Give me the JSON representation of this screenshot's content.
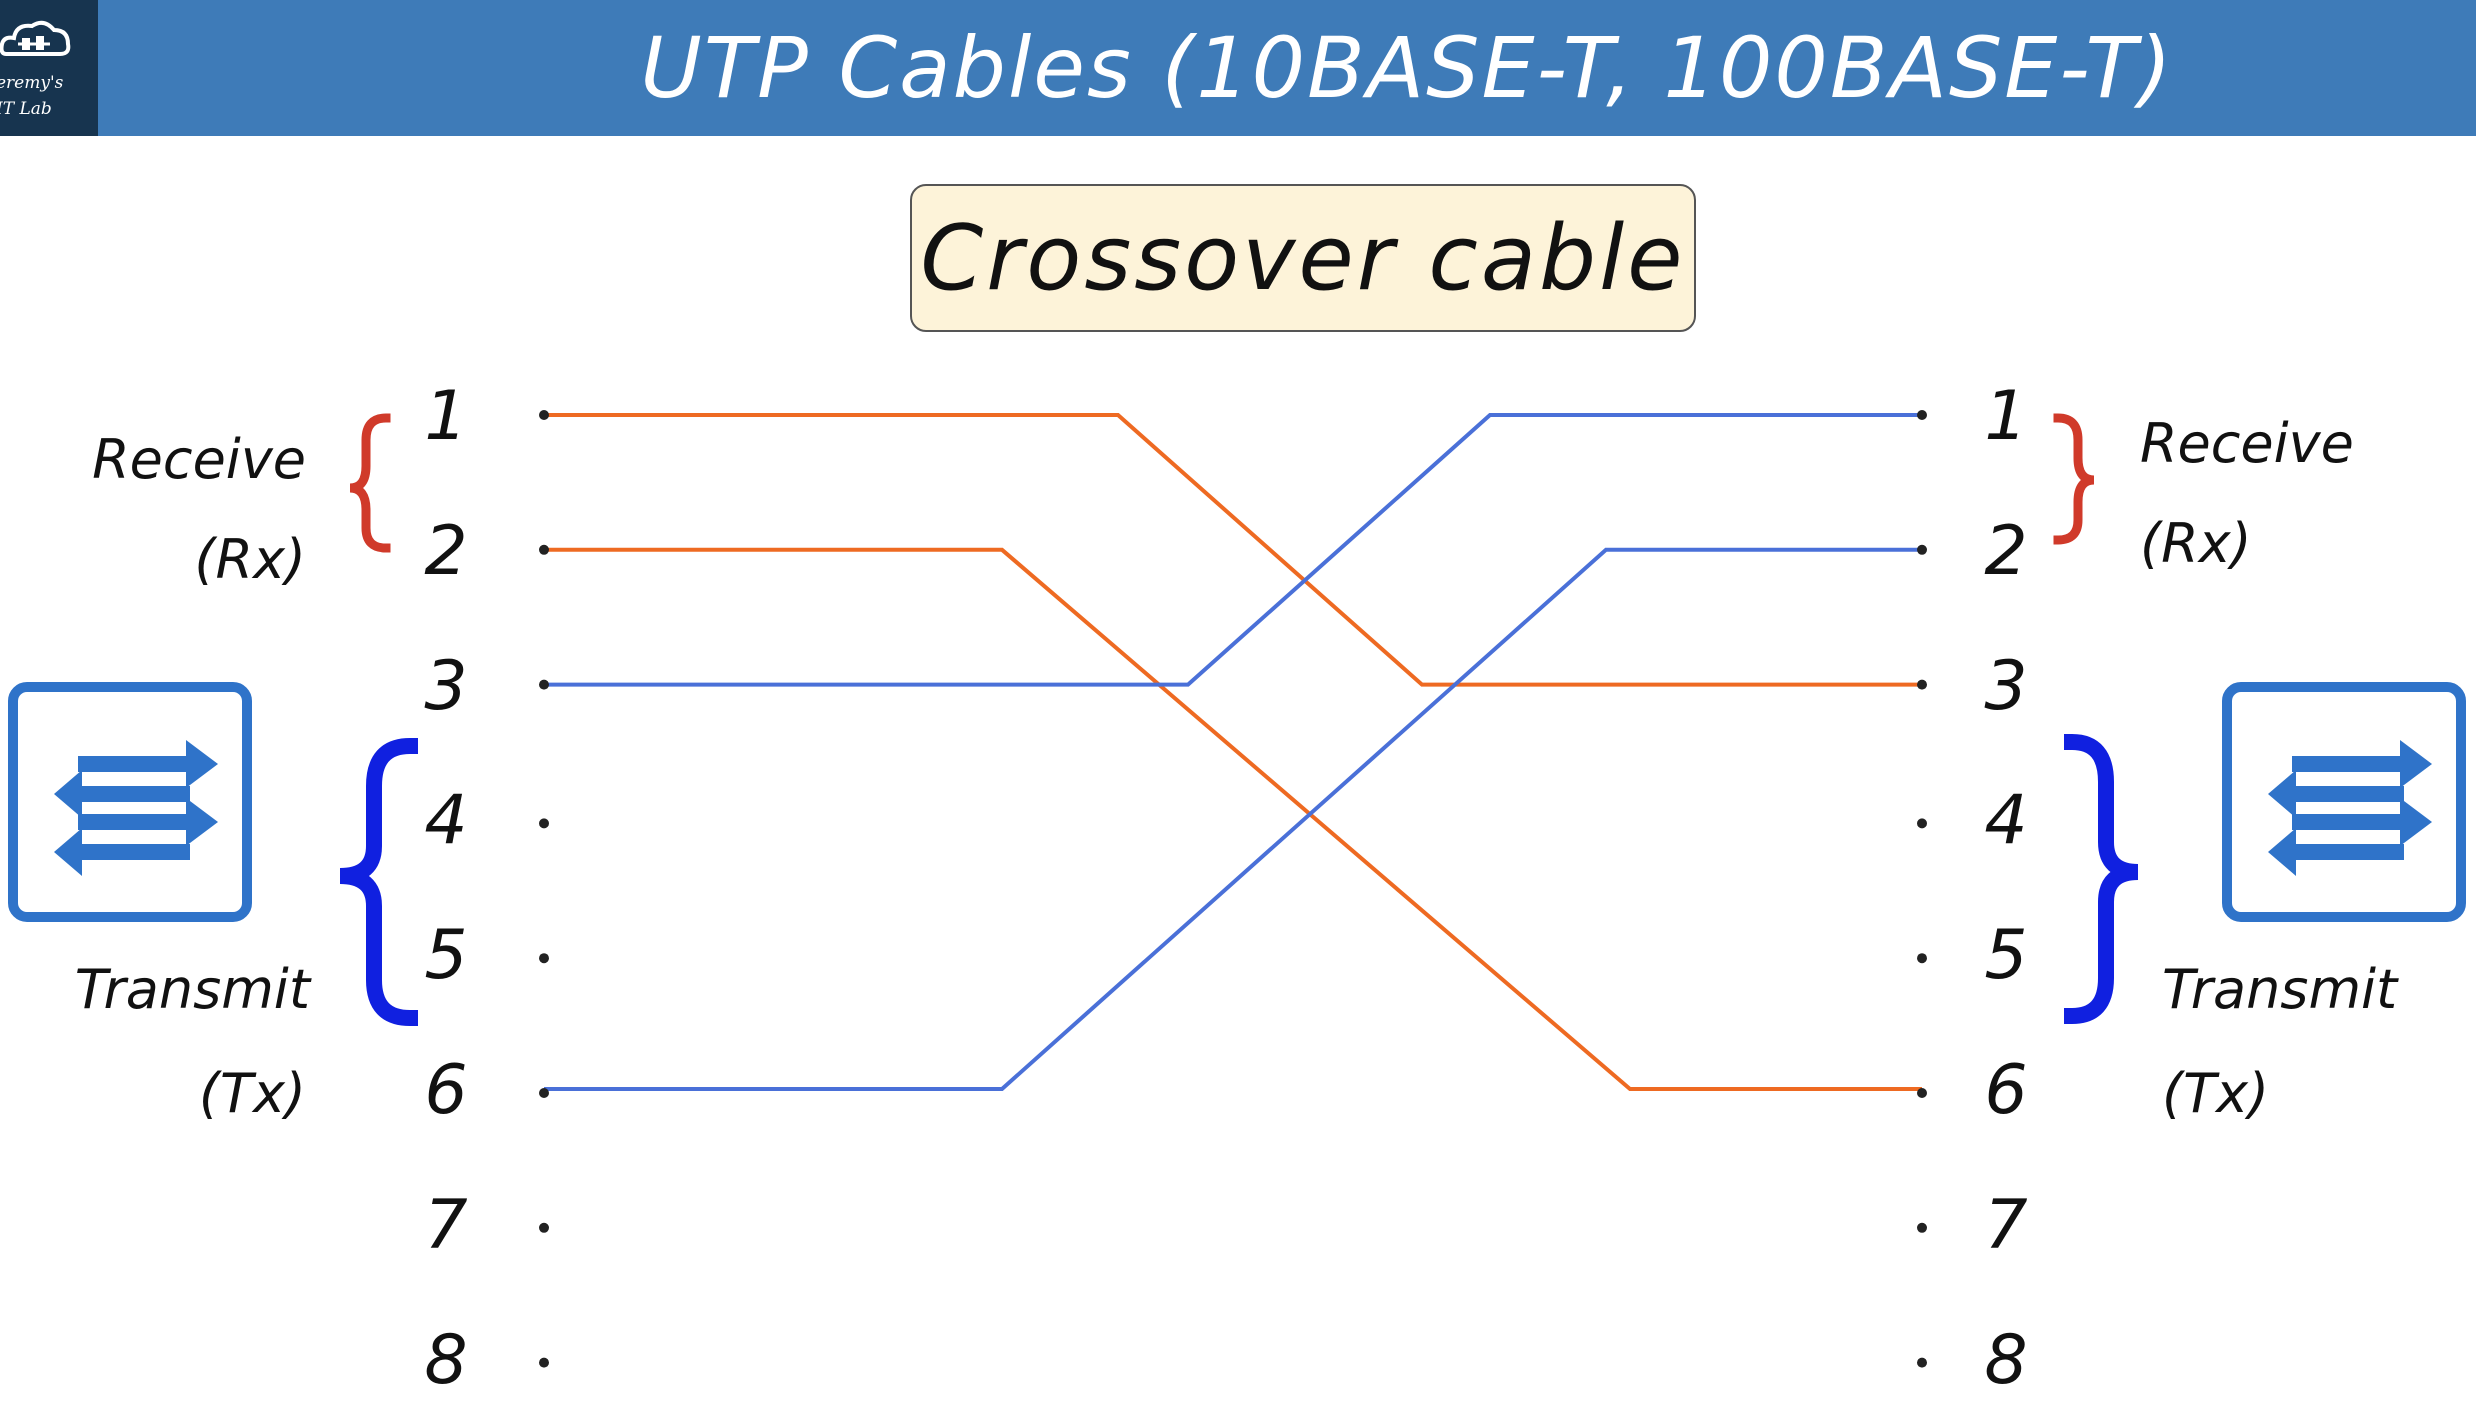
{
  "header": {
    "logo_line1": "eremy's",
    "logo_line2": "IT Lab",
    "title": "UTP Cables (10BASE-T, 100BASE-T)"
  },
  "subtitle": "Crossover cable",
  "pins": [
    "1",
    "2",
    "3",
    "4",
    "5",
    "6",
    "7",
    "8"
  ],
  "left_labels": {
    "receive": "Receive",
    "receive_abbr": "(Rx)",
    "transmit": "Transmit",
    "transmit_abbr": "(Tx)"
  },
  "right_labels": {
    "receive": "Receive",
    "receive_abbr": "(Rx)",
    "transmit": "Transmit",
    "transmit_abbr": "(Tx)"
  },
  "icons": {
    "left_device": "switch-icon",
    "right_device": "switch-icon"
  },
  "colors": {
    "header": "#3e7bb8",
    "logo_bg": "#17344f",
    "receive_brace": "#d03a2a",
    "transmit_brace": "#1020e0",
    "wire_orange": "#ee6a22",
    "wire_blue": "#4a70d8",
    "switch_blue": "#2f73c9"
  },
  "wires": [
    {
      "from": 1,
      "to": 3,
      "color": "orange"
    },
    {
      "from": 2,
      "to": 6,
      "color": "orange"
    },
    {
      "from": 3,
      "to": 1,
      "color": "blue"
    },
    {
      "from": 6,
      "to": 2,
      "color": "blue"
    }
  ]
}
